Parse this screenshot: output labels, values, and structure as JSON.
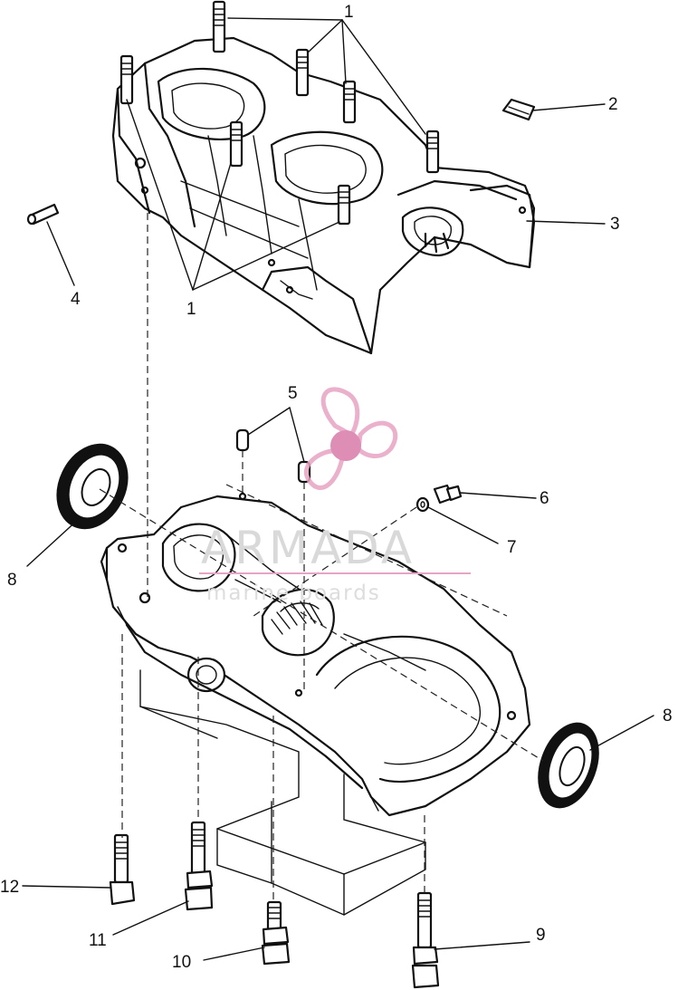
{
  "callouts": {
    "c1": "1",
    "c2": "2",
    "c3": "3",
    "c4": "4",
    "c5": "5",
    "c6": "6",
    "c7": "7",
    "c8": "8",
    "c9": "9",
    "c10": "10",
    "c11": "11",
    "c12": "12"
  },
  "watermark": {
    "brand": "ARMADA",
    "tagline": "marine boards",
    "logo_icon": "propeller-logo-icon",
    "accent": "#e8a4c4",
    "accent_dark": "#d97aa8"
  },
  "colors": {
    "ink": "#111111",
    "background": "#ffffff"
  }
}
